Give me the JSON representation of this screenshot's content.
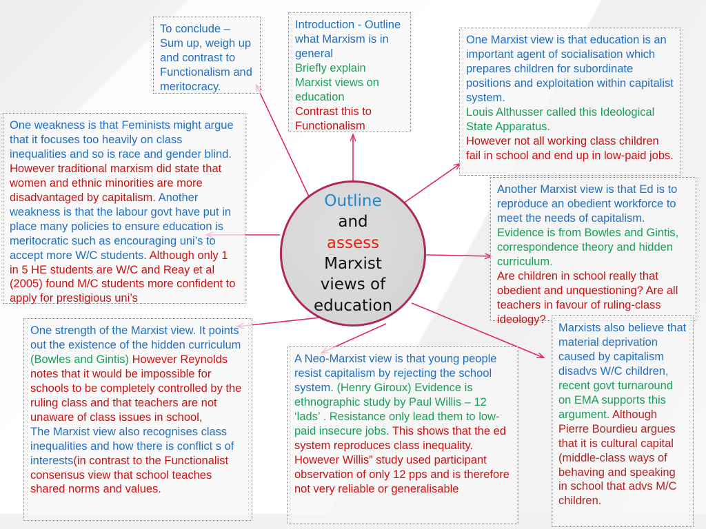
{
  "diagram": {
    "type": "mind-map",
    "title_center": "Outline and assess Marxist views of education",
    "accent_color": "#E0246E",
    "hub_border_color": "#B0275E",
    "hub_fill_color": "#D7D7D7",
    "text_colors": {
      "blue": "#1F6FC4",
      "green": "#17A05A",
      "red": "#CC1111",
      "dark_red": "#B22222"
    }
  },
  "hub": {
    "line1": "Outline",
    "line2": "and",
    "line3": "assess",
    "line4": "Marxist",
    "line5": "views of",
    "line6": "education"
  },
  "nodes": {
    "conclude": {
      "name": "conclusion-note",
      "lines": [
        {
          "text": "To conclude – Sum up, weigh up and contrast to Functionalism and meritocracy.",
          "color": "blue"
        }
      ]
    },
    "intro": {
      "name": "introduction-note",
      "lines": [
        {
          "text": "Introduction - Outline what Marxism is in general",
          "color": "blue"
        },
        {
          "text": "Briefly explain Marxist views on education",
          "color": "green"
        },
        {
          "text": "Contrast this to Functionalism",
          "color": "red"
        }
      ]
    },
    "socialisation": {
      "name": "socialisation-note",
      "lines": [
        {
          "text": "One Marxist view is that education is an important agent of socialisation which prepares children for subordinate positions and exploitation within capitalist system.",
          "color": "blue"
        },
        {
          "text": "Louis Althusser called this Ideological State Apparatus.",
          "color": "green"
        },
        {
          "text": "However not all working class children fail in school and end up in low-paid jobs.",
          "color": "red"
        }
      ]
    },
    "feminist": {
      "name": "feminist-weakness-note",
      "segments": [
        {
          "text": "One weakness is that Feminists might argue that it focuses too heavily on class inequalities and so is race and gender blind. ",
          "color": "blue"
        },
        {
          "text": "However traditional marxism did state that women and ethnic minorities are more disadvantaged by capitalism. ",
          "color": "red"
        },
        {
          "text": "Another weakness is that the labour govt have put in place many policies to ensure education is meritocratic such as encouraging uni’s to accept more W/C students. ",
          "color": "blue"
        },
        {
          "text": "Although only 1 in 5 HE students are W/C and Reay et al (2005) found M/C students more confident to apply for prestigious uni’s",
          "color": "red"
        }
      ]
    },
    "workforce": {
      "name": "obedient-workforce-note",
      "lines": [
        {
          "text": "Another Marxist view is that Ed is to reproduce an obedient workforce to meet the needs of capitalism.",
          "color": "blue"
        },
        {
          "text": "Evidence is from Bowles and Gintis, correspondence theory and hidden curriculum.",
          "color": "green"
        },
        {
          "text": "Are children in school really that obedient and unquestioning? Are all teachers in favour of ruling-class ideology?",
          "color": "red"
        }
      ]
    },
    "strength": {
      "name": "marxist-strength-note",
      "segments": [
        {
          "text": "One strength of the Marxist view. It points out the existence of the hidden curriculum ",
          "color": "blue"
        },
        {
          "text": "(Bowles and Gintis) ",
          "color": "green"
        },
        {
          "text": "However Reynolds notes that it would be impossible for schools to be completely controlled by the ruling class and that teachers are not unaware of class issues in school,",
          "color": "red"
        },
        {
          "text": "\nThe Marxist view also recognises class inequalities and how there is conflict s of interests",
          "color": "blue"
        },
        {
          "text": "(in contrast to the Functionalist consensus view that school teaches shared norms and values.",
          "color": "red"
        }
      ]
    },
    "neomarxist": {
      "name": "neo-marxist-note",
      "segments": [
        {
          "text": "A Neo-Marxist view is that young people resist capitalism by rejecting the school system. ",
          "color": "blue"
        },
        {
          "text": "(Henry Giroux) Evidence is ethnographic study by Paul Willis – 12 ‘lads’ . Resistance only lead them to low-paid insecure jobs. ",
          "color": "green"
        },
        {
          "text": "This shows that the ed system reproduces class inequality. However Willis” study used participant observation  of only 12 pps and is therefore not very reliable  or generalisable",
          "color": "red"
        }
      ]
    },
    "deprivation": {
      "name": "material-deprivation-note",
      "segments": [
        {
          "text": "Marxists also believe that material deprivation caused by capitalism disadvs W/C children",
          "color": "blue"
        },
        {
          "text": ", recent govt turnaround on EMA supports this argument. ",
          "color": "green"
        },
        {
          "text": " Although Pierre Bourdieu argues that it is cultural capital (middle-class ways of behaving and speaking in school that  advs M/C children.",
          "color": "red"
        }
      ]
    }
  }
}
